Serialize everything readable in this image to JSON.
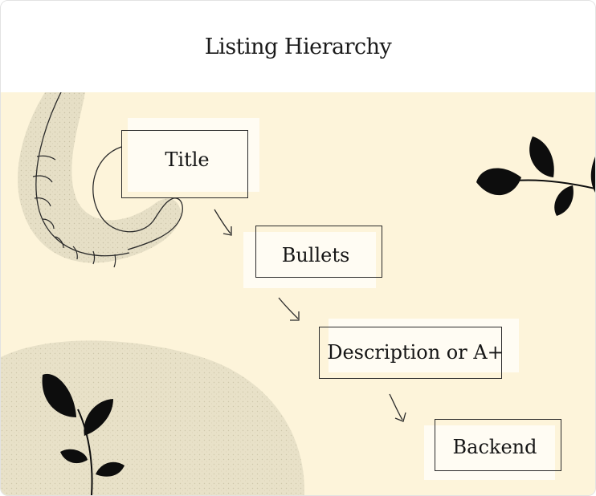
{
  "header": {
    "title": "Listing Hierarchy"
  },
  "diagram": {
    "nodes": [
      {
        "id": "title",
        "label": "Title"
      },
      {
        "id": "bullets",
        "label": "Bullets"
      },
      {
        "id": "description",
        "label": "Description or A+"
      },
      {
        "id": "backend",
        "label": "Backend"
      }
    ],
    "edges": [
      {
        "from": "title",
        "to": "bullets"
      },
      {
        "from": "bullets",
        "to": "description"
      },
      {
        "from": "description",
        "to": "backend"
      }
    ]
  },
  "colors": {
    "background": "#fdf4da",
    "box_fill": "#fffcf3",
    "stroke": "#2a2a2a",
    "leaf": "#0d0d0d",
    "texture": "#d8d1b8"
  },
  "icons": [
    "elephant-trunk-icon",
    "leaf-branch-icon"
  ]
}
